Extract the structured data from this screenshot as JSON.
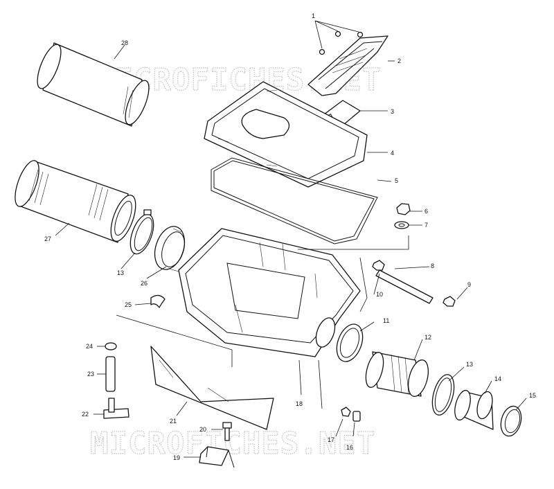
{
  "watermark": "MICROFICHES.NET",
  "callouts": [
    {
      "id": "c1",
      "text": "1"
    },
    {
      "id": "c2",
      "text": "2"
    },
    {
      "id": "c3",
      "text": "3"
    },
    {
      "id": "c4",
      "text": "4"
    },
    {
      "id": "c5",
      "text": "5"
    },
    {
      "id": "c6",
      "text": "6"
    },
    {
      "id": "c7",
      "text": "7"
    },
    {
      "id": "c8",
      "text": "8"
    },
    {
      "id": "c9",
      "text": "9"
    },
    {
      "id": "c10",
      "text": "10"
    },
    {
      "id": "c11",
      "text": "11"
    },
    {
      "id": "c12",
      "text": "12"
    },
    {
      "id": "c13a",
      "text": "13"
    },
    {
      "id": "c13b",
      "text": "13"
    },
    {
      "id": "c14",
      "text": "14"
    },
    {
      "id": "c15",
      "text": "15"
    },
    {
      "id": "c16",
      "text": "16"
    },
    {
      "id": "c17",
      "text": "17"
    },
    {
      "id": "c18",
      "text": "18"
    },
    {
      "id": "c19",
      "text": "19"
    },
    {
      "id": "c20",
      "text": "20"
    },
    {
      "id": "c21",
      "text": "21"
    },
    {
      "id": "c22",
      "text": "22"
    },
    {
      "id": "c23",
      "text": "23"
    },
    {
      "id": "c24",
      "text": "24"
    },
    {
      "id": "c25",
      "text": "25"
    },
    {
      "id": "c26",
      "text": "26"
    },
    {
      "id": "c27",
      "text": "27"
    },
    {
      "id": "c28",
      "text": "28"
    }
  ]
}
